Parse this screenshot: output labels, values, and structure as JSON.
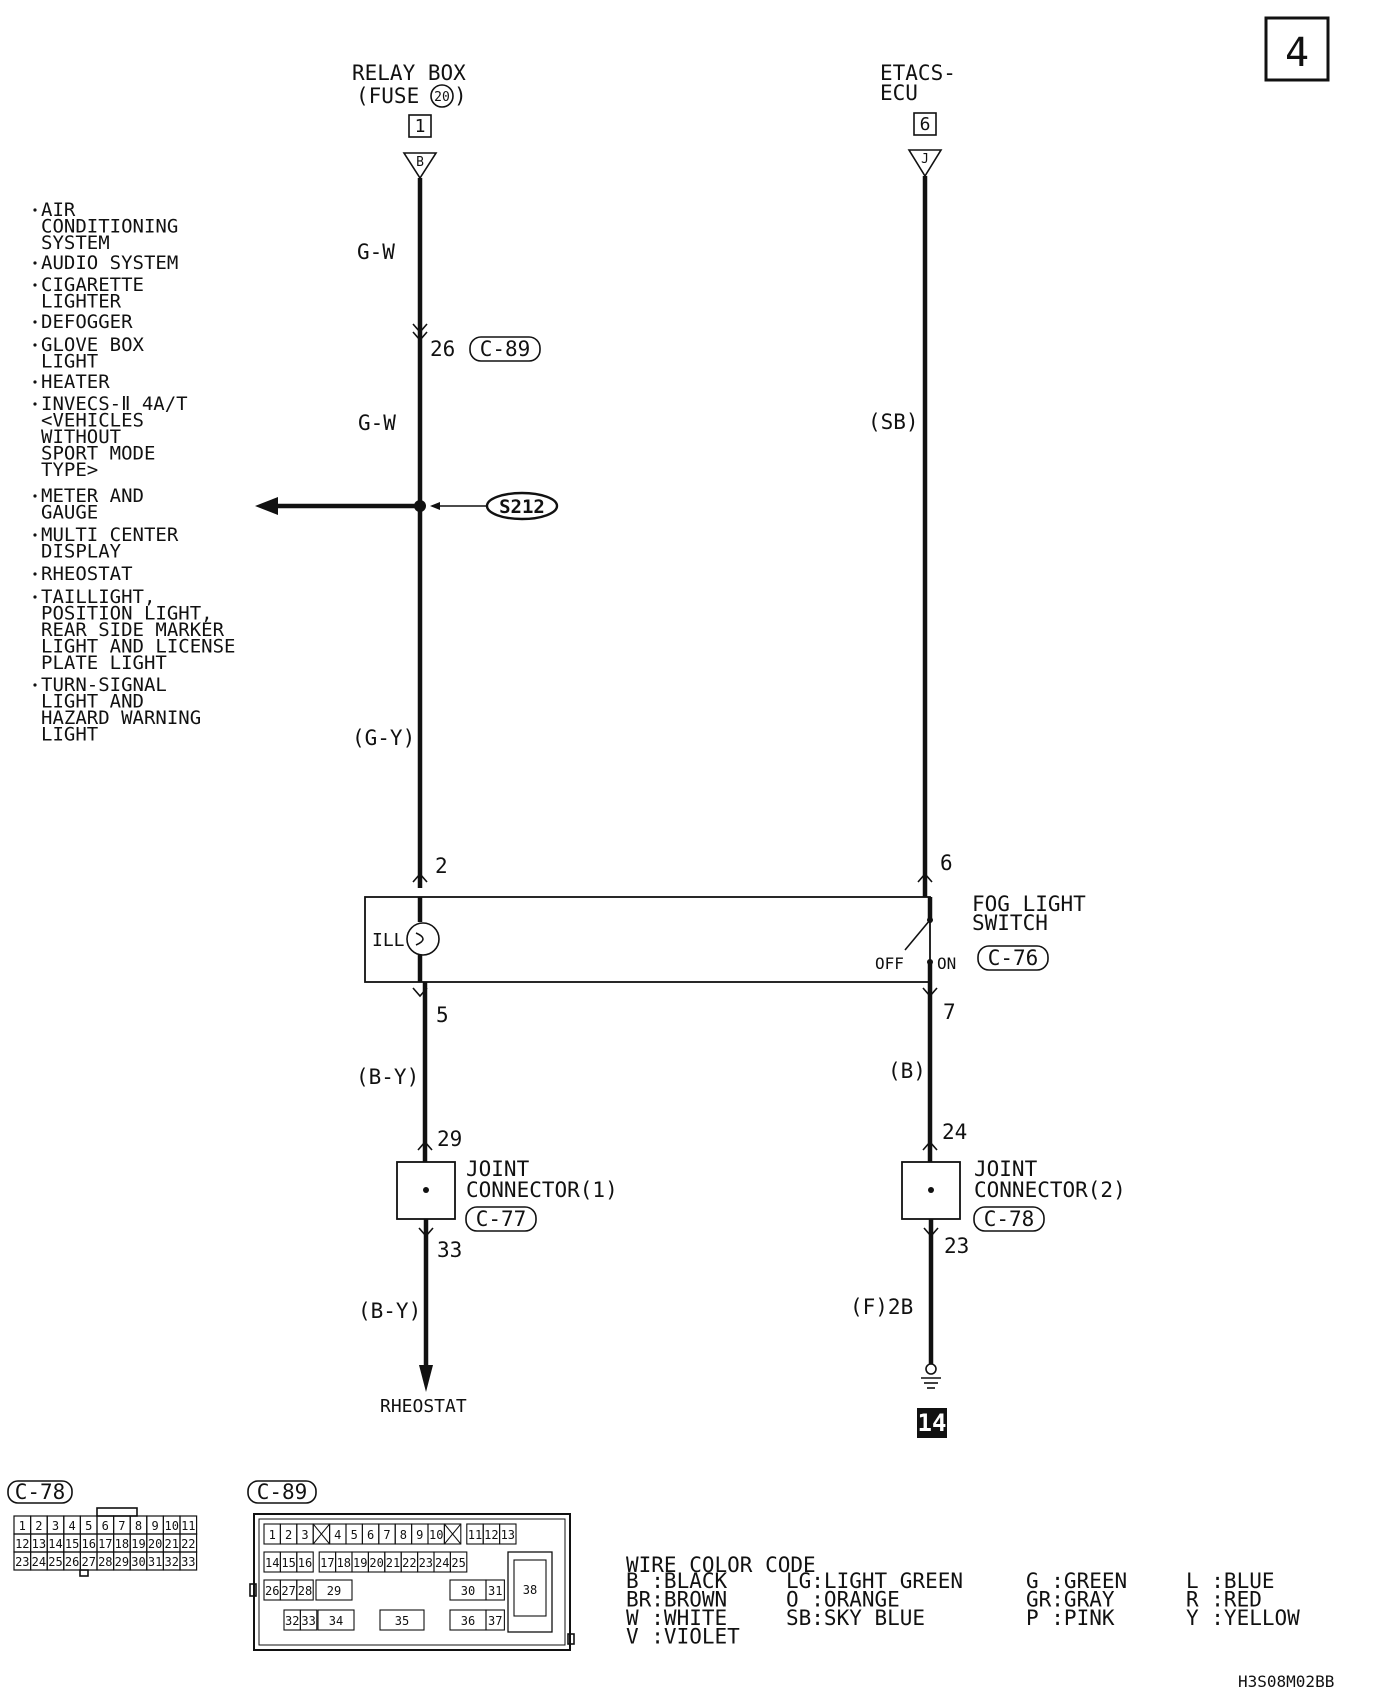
{
  "page_number": "4",
  "sources": {
    "relay_box": {
      "line1": "RELAY BOX",
      "line2": "(FUSE",
      "fuse_no": "20",
      "line2_end": ")",
      "terminal": "1",
      "connector_letter": "B"
    },
    "etacs": {
      "line1": "ETACS-",
      "line2": "ECU",
      "terminal": "6",
      "connector_letter": "J"
    }
  },
  "left_wire": {
    "color1": "G-W",
    "pin_c89": "26",
    "conn_c89": "C-89",
    "color2": "G-W",
    "splice": "S212",
    "color3": "(G-Y)",
    "pin_switch_in": "2",
    "pin_switch_out": "5",
    "color4": "(B-Y)",
    "pin_jc1_in": "29",
    "pin_jc1_out": "33",
    "color5": "(B-Y)",
    "destination": "RHEOSTAT"
  },
  "right_wire": {
    "color1": "(SB)",
    "pin_switch_in": "6",
    "pin_switch_out": "7",
    "color2": "(B)",
    "pin_jc2_in": "24",
    "pin_jc2_out": "23",
    "color3": "(F)2B",
    "ground_no": "14"
  },
  "branch_list": [
    [
      "AIR",
      "CONDITIONING",
      "SYSTEM"
    ],
    [
      "AUDIO SYSTEM"
    ],
    [
      "CIGARETTE",
      "LIGHTER"
    ],
    [
      "DEFOGGER"
    ],
    [
      "GLOVE BOX",
      "LIGHT"
    ],
    [
      "HEATER"
    ],
    [
      "INVECS-Ⅱ 4A/T",
      "<VEHICLES",
      " WITHOUT",
      " SPORT MODE",
      " TYPE>"
    ],
    [
      "METER AND",
      "GAUGE"
    ],
    [
      "MULTI CENTER",
      "DISPLAY"
    ],
    [
      "RHEOSTAT"
    ],
    [
      "TAILLIGHT,",
      "POSITION LIGHT,",
      "REAR SIDE MARKER",
      "LIGHT AND LICENSE",
      "PLATE LIGHT"
    ],
    [
      "TURN-SIGNAL",
      "LIGHT AND",
      "HAZARD WARNING",
      "LIGHT"
    ]
  ],
  "fog_switch": {
    "line1": "FOG LIGHT",
    "line2": "SWITCH",
    "connector": "C-76",
    "ill_label": "ILL",
    "off_label": "OFF",
    "on_label": "ON"
  },
  "joint1": {
    "line1": "JOINT",
    "line2": "CONNECTOR(1)",
    "connector": "C-77"
  },
  "joint2": {
    "line1": "JOINT",
    "line2": "CONNECTOR(2)",
    "connector": "C-78"
  },
  "connector_c78": {
    "label": "C-78",
    "rows": [
      [
        "1",
        "2",
        "3",
        "4",
        "5",
        "6",
        "7",
        "8",
        "9",
        "10",
        "11"
      ],
      [
        "12",
        "13",
        "14",
        "15",
        "16",
        "17",
        "18",
        "19",
        "20",
        "21",
        "22"
      ],
      [
        "23",
        "24",
        "25",
        "26",
        "27",
        "28",
        "29",
        "30",
        "31",
        "32",
        "33"
      ]
    ]
  },
  "connector_c89": {
    "label": "C-89",
    "row1": [
      "1",
      "2",
      "3",
      "",
      "4",
      "5",
      "6",
      "7",
      "8",
      "9",
      "10",
      "",
      "11",
      "12",
      "13"
    ],
    "row2": [
      "14",
      "15",
      "16",
      "17",
      "18",
      "19",
      "20",
      "21",
      "22",
      "23",
      "24",
      "25"
    ],
    "row3": [
      "26",
      "27",
      "28",
      "29",
      "30",
      "31"
    ],
    "row4": [
      "32",
      "33",
      "34",
      "35",
      "36",
      "37"
    ],
    "big": "38"
  },
  "wire_color_code": {
    "title": "WIRE COLOR CODE",
    "columns": [
      [
        "B :BLACK",
        "BR:BROWN",
        "W :WHITE",
        "V :VIOLET"
      ],
      [
        "LG:LIGHT GREEN",
        "O :ORANGE",
        "SB:SKY BLUE"
      ],
      [
        "G :GREEN",
        "GR:GRAY",
        "P :PINK"
      ],
      [
        "L :BLUE",
        "R :RED",
        "Y :YELLOW"
      ]
    ]
  },
  "diagram_code": "H3S08M02BB"
}
